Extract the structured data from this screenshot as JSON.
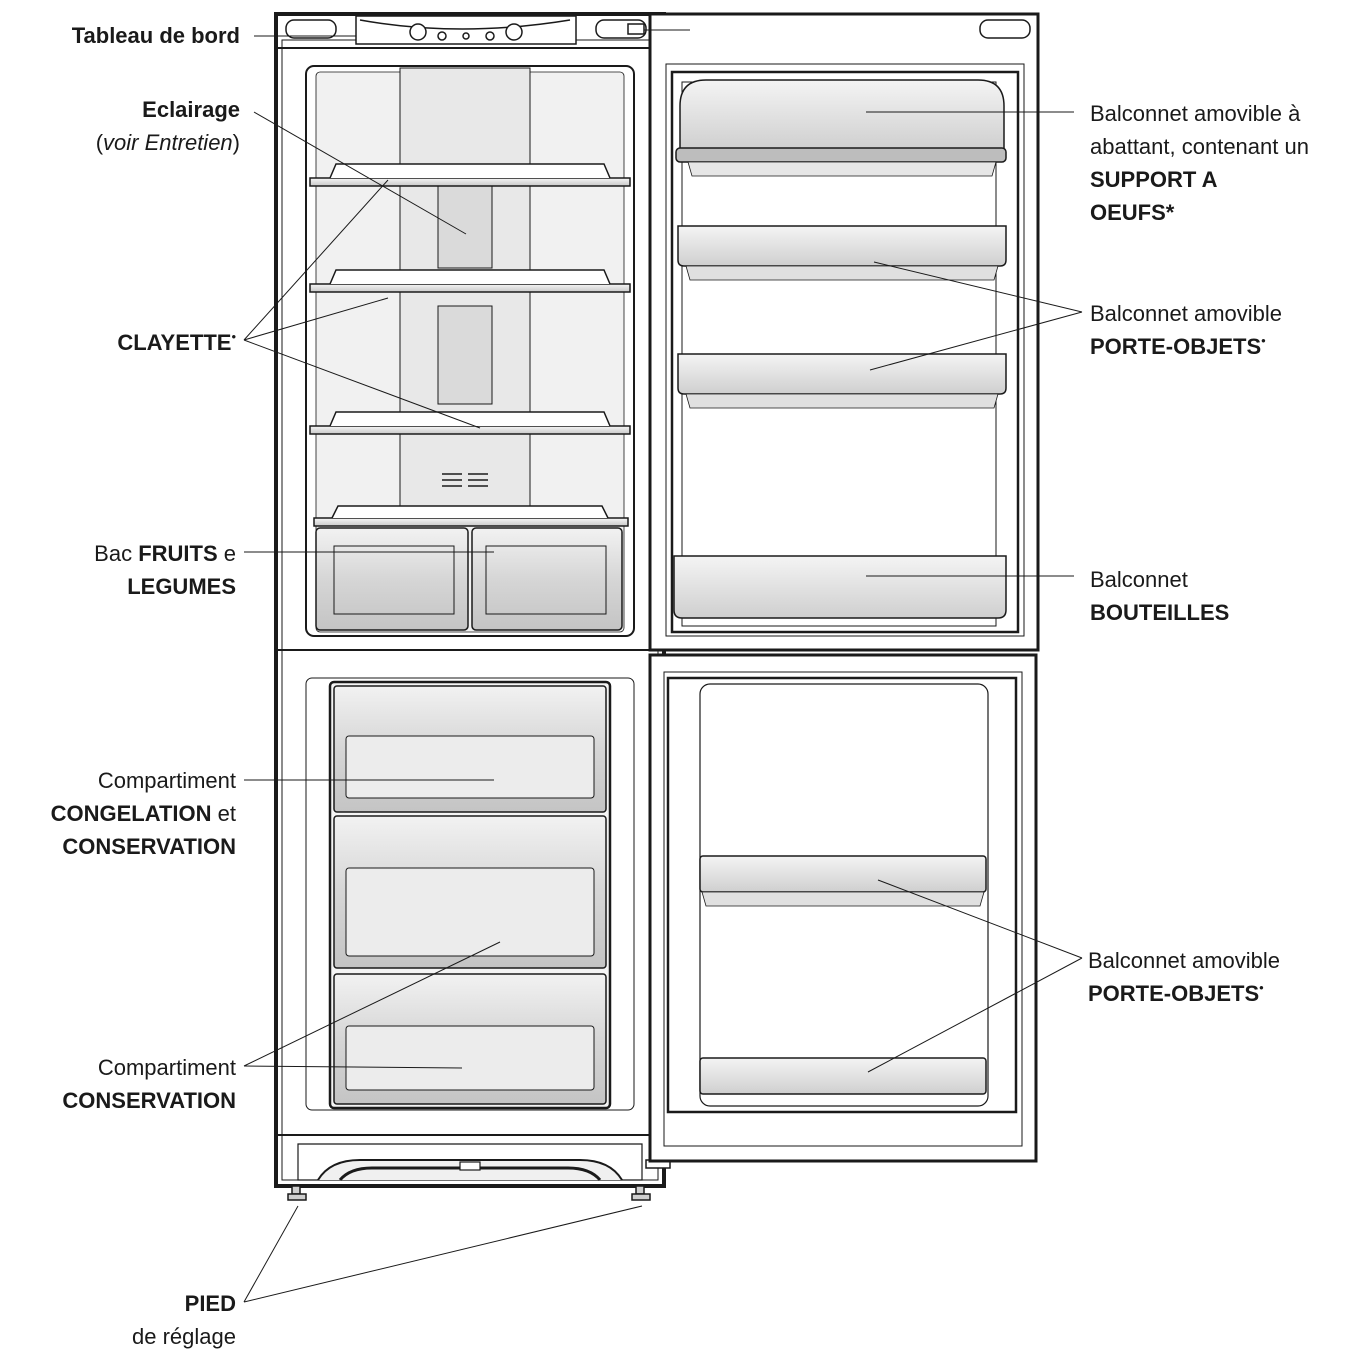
{
  "labels": {
    "tableau": {
      "text": "Tableau de bord"
    },
    "eclairage": {
      "title": "Eclairage",
      "note_open": "(",
      "note_italic": "voir Entretien",
      "note_close": ")"
    },
    "clayette": {
      "text": "CLAYETTE",
      "mark": "•"
    },
    "bac": {
      "pre": "Bac ",
      "bold1": "FRUITS",
      "mid": " e",
      "bold2": "LEGUMES"
    },
    "congelation": {
      "line1": "Compartiment",
      "bold1": "CONGELATION",
      "mid": " et",
      "bold2": "CONSERVATION"
    },
    "conservation": {
      "line1": "Compartiment",
      "bold1": "CONSERVATION"
    },
    "pied": {
      "bold": "PIED",
      "line2": "de réglage"
    },
    "balconnet_oeufs": {
      "line1": "Balconnet amovible à",
      "line2": "abattant, contenant un",
      "bold1": "SUPPORT A",
      "bold2": "OEUFS",
      "mark": "*"
    },
    "balconnet_objets_haut": {
      "line1": "Balconnet amovible",
      "bold1": "PORTE-OBJETS",
      "mark": "•"
    },
    "balconnet_bouteilles": {
      "line1": "Balconnet",
      "bold1": "BOUTEILLES"
    },
    "balconnet_objets_bas": {
      "line1": "Balconnet amovible",
      "bold1": "PORTE-OBJETS",
      "mark": "•"
    }
  },
  "colors": {
    "outline": "#1a1a1a",
    "fill_light": "#eeeeee",
    "fill_mid": "#d4d4d4",
    "fill_dark": "#b8b8b8"
  }
}
